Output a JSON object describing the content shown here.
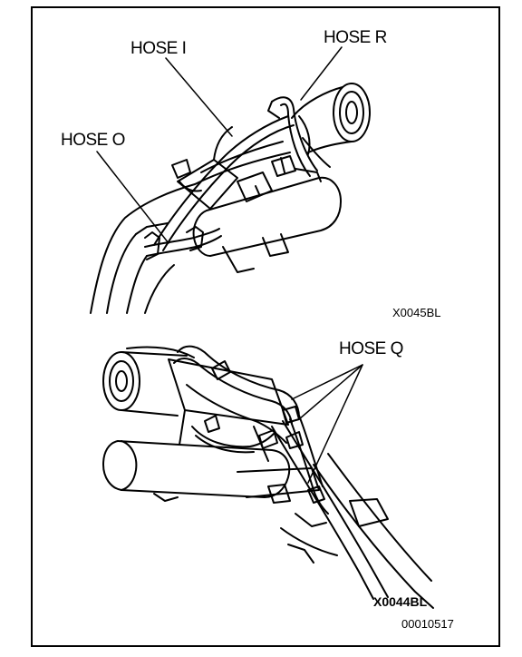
{
  "figure": {
    "top": {
      "labels": {
        "hose_i": "HOSE I",
        "hose_r": "HOSE R",
        "hose_o": "HOSE O"
      },
      "ref_code": "X0045BL"
    },
    "bottom": {
      "labels": {
        "hose_q": "HOSE Q"
      },
      "ref_code": "X0044BL"
    },
    "doc_number": "00010517"
  }
}
